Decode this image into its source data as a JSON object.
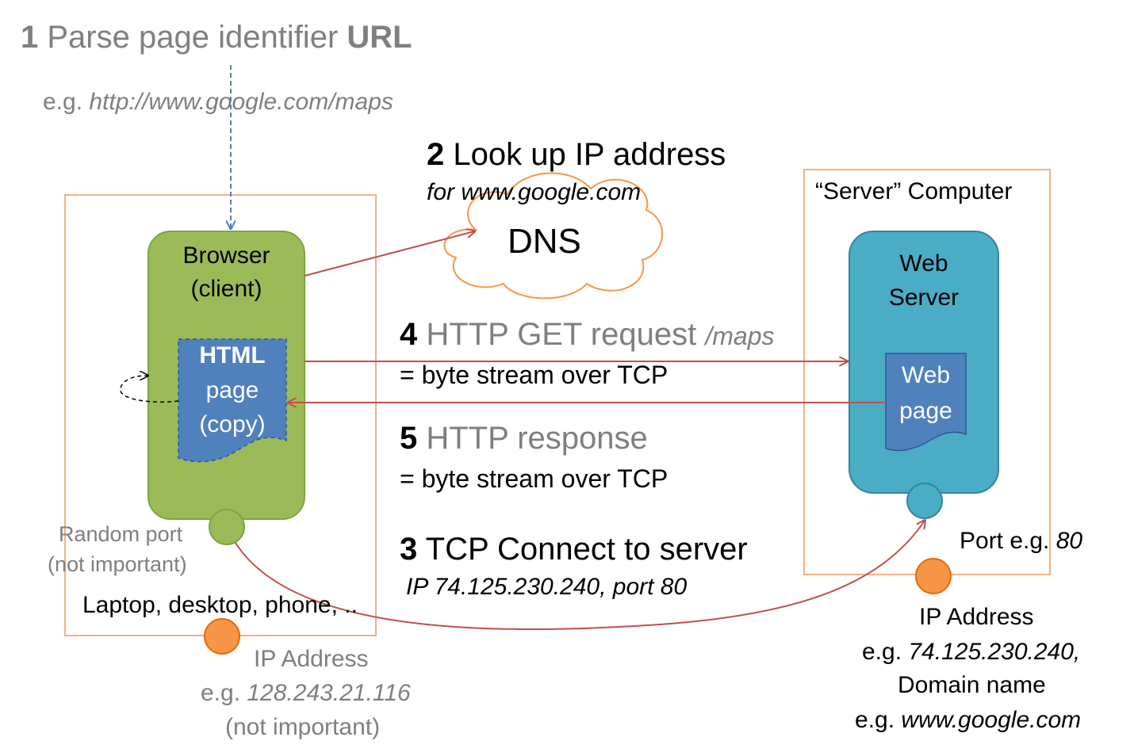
{
  "step1": {
    "num": "1",
    "text": " Parse page identifier ",
    "bold": "URL",
    "eg_prefix": "e.g. ",
    "eg_url": "http://www.google.com/maps"
  },
  "step2": {
    "num": "2",
    "text": " Look up IP address",
    "sub": "for www.google.com"
  },
  "dns": {
    "label": "DNS"
  },
  "step4": {
    "num": "4",
    "text": " HTTP GET request ",
    "path": "/maps",
    "detail": "= byte stream over TCP"
  },
  "step5": {
    "num": "5",
    "text": " HTTP response",
    "detail": "= byte stream over TCP"
  },
  "step3": {
    "num": "3",
    "text": " TCP Connect to server",
    "detail": "IP 74.125.230.240, port 80"
  },
  "client": {
    "browser_line1": "Browser",
    "browser_line2": "(client)",
    "html_line1": "HTML",
    "html_line2": "page",
    "html_line3": "(copy)",
    "port_line1": "Random port",
    "port_line2": "(not important)",
    "device": "Laptop, desktop, phone, ..",
    "ip_line1": "IP Address",
    "ip_prefix": "e.g. ",
    "ip_value": "128.243.21.116",
    "ip_line3": "(not important)"
  },
  "server": {
    "title": "“Server” Computer",
    "web_line1": "Web",
    "web_line2": "Server",
    "page_line1": "Web",
    "page_line2": "page",
    "port_prefix": "Port e.g. ",
    "port_value": "80",
    "ip_line1": "IP Address",
    "ip_prefix": "e.g. ",
    "ip_value": "74.125.230.240,",
    "domain_line": "Domain name",
    "domain_prefix": "e.g. ",
    "domain_value": "www.google.com"
  },
  "colors": {
    "orange_border": "#f4b183",
    "green": "#9bbb59",
    "green_dark": "#7ea53e",
    "blue_doc": "#4f81bd",
    "teal": "#4bacc6",
    "teal_dark": "#31849b",
    "arrow_red": "#c0504d",
    "arrow_blue": "#4f81bd",
    "port_orange": "#f79646",
    "gray_text": "#7f7f7f"
  }
}
